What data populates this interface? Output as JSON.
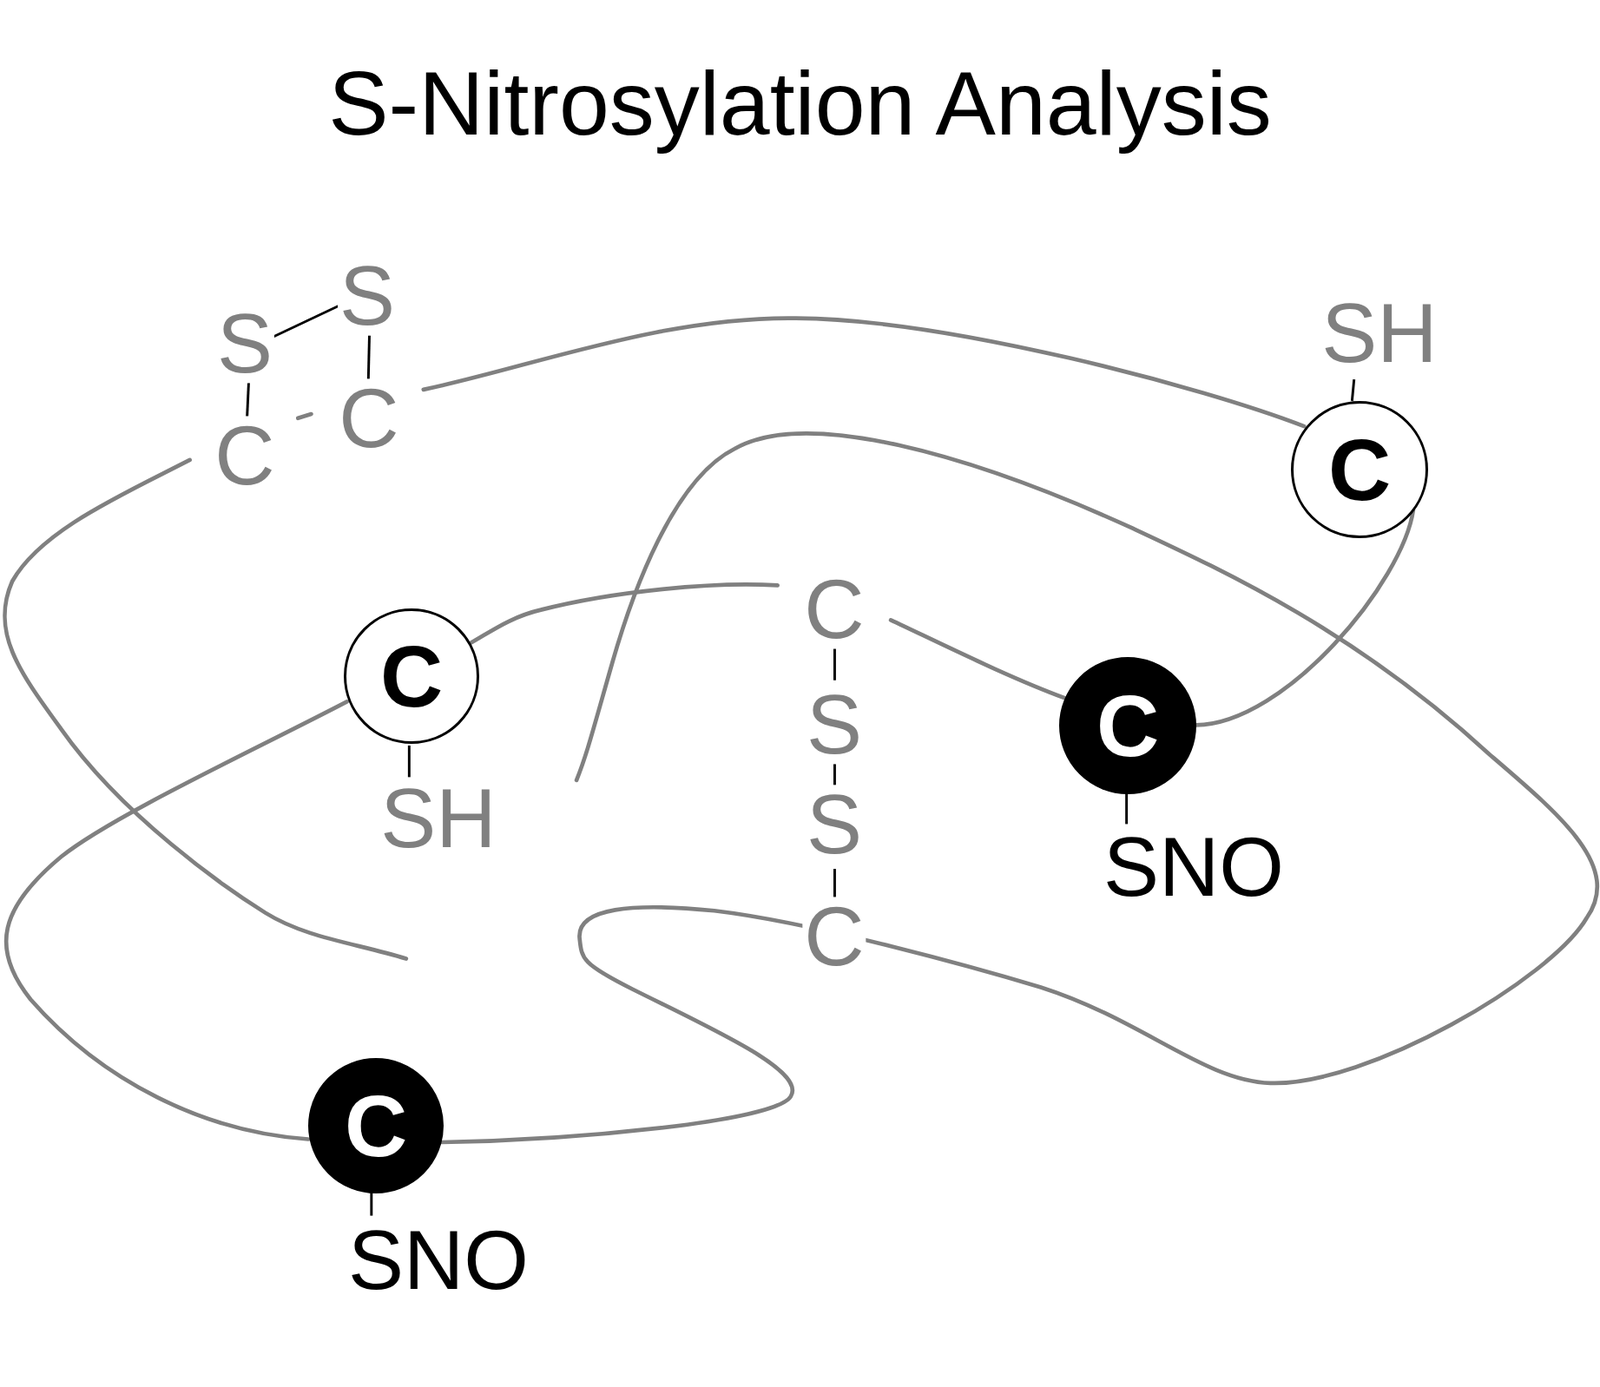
{
  "diagram": {
    "title": "S-Nitrosylation Analysis",
    "nodes": [
      {
        "text": [
          "C"
        ]
      },
      {
        "text": [
          "C"
        ]
      },
      {
        "text": [
          "C"
        ]
      },
      {
        "text": [
          "C"
        ]
      }
    ],
    "labels": [
      "S",
      "S",
      "C",
      "C",
      "SH",
      "C",
      "S",
      "S",
      "C",
      "SH",
      "SNO",
      "SNO"
    ]
  }
}
